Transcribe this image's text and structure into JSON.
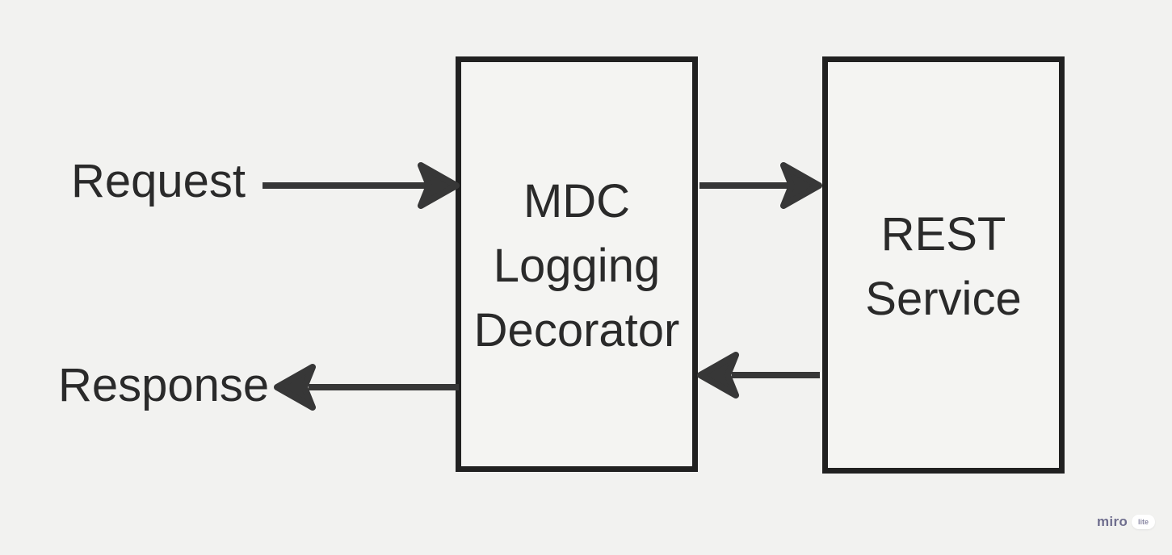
{
  "canvas": {
    "colors": {
      "canvas-bg": "#f2f2f0",
      "shape-fill": "#f4f4f2",
      "shape-stroke": "#212121",
      "arrow-color": "#373737",
      "text-color": "#2a2a2a",
      "logo-color": "#6f6e8e",
      "badge-bg": "#ffffff",
      "badge-color": "#8c8aa5"
    }
  },
  "diagram": {
    "labels": {
      "request": "Request",
      "response": "Response"
    },
    "boxes": [
      {
        "id": "mdc-logging-decorator",
        "lines": [
          "MDC",
          "Logging",
          "Decorator"
        ]
      },
      {
        "id": "rest-service",
        "lines": [
          "REST",
          "Service"
        ]
      }
    ],
    "arrows": [
      {
        "name": "request-to-mdc",
        "direction": "right"
      },
      {
        "name": "mdc-to-rest",
        "direction": "right"
      },
      {
        "name": "rest-to-mdc",
        "direction": "left"
      },
      {
        "name": "mdc-to-response",
        "direction": "left"
      }
    ]
  },
  "branding": {
    "logo": "miro",
    "badge": "lite"
  }
}
